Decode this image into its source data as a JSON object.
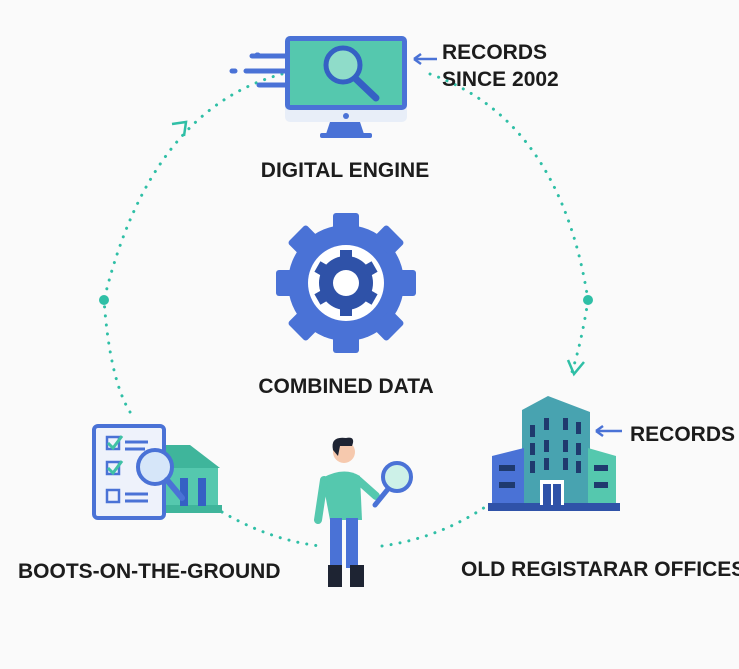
{
  "nodes": {
    "top": {
      "label": "DIGITAL ENGINE",
      "note_line1": "RECORDS",
      "note_line2": "SINCE 2002"
    },
    "center": {
      "label": "COMBINED DATA"
    },
    "left": {
      "label": "BOOTS-ON-THE-GROUND"
    },
    "right": {
      "label": "OLD REGISTARAR OFFICES",
      "note": "RECORDS"
    }
  },
  "colors": {
    "blue": "#4a72d6",
    "teal": "#3fc1a5",
    "dots": "#2fbfa6",
    "text": "#1c1c1c"
  }
}
